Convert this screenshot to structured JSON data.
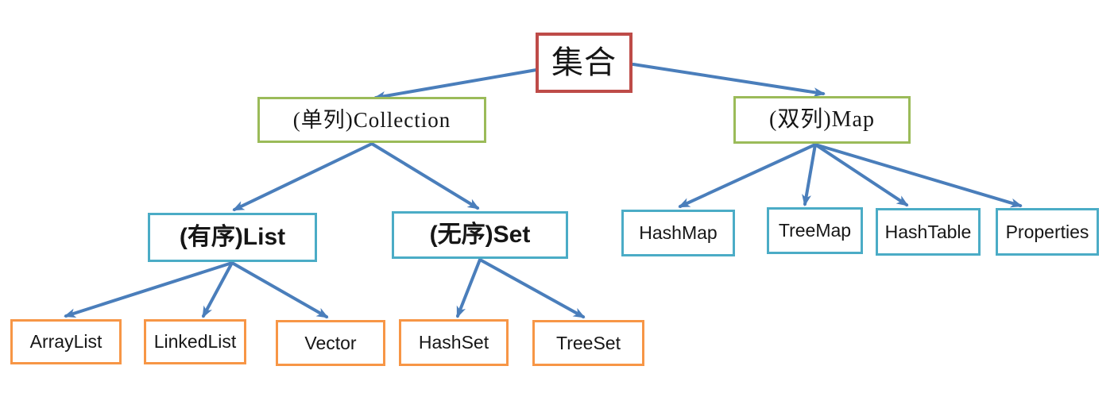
{
  "colors": {
    "red": "#BE4B48",
    "green": "#9BBB59",
    "cyan": "#4BACC6",
    "orange": "#F79646",
    "arrow": "#4A7EBB"
  },
  "nodes": [
    {
      "id": "jihe",
      "label": "集合",
      "color": "red",
      "level": "root"
    },
    {
      "id": "collection",
      "label": "(单列)Collection",
      "color": "green",
      "level": "branch"
    },
    {
      "id": "map",
      "label": "(双列)Map",
      "color": "green",
      "level": "branch"
    },
    {
      "id": "list",
      "label": "(有序)List",
      "color": "cyan",
      "level": "mid"
    },
    {
      "id": "set",
      "label": "(无序)Set",
      "color": "cyan",
      "level": "mid"
    },
    {
      "id": "hashmap",
      "label": "HashMap",
      "color": "cyan",
      "level": "mid"
    },
    {
      "id": "treemap",
      "label": "TreeMap",
      "color": "cyan",
      "level": "mid"
    },
    {
      "id": "hashtable",
      "label": "HashTable",
      "color": "cyan",
      "level": "mid"
    },
    {
      "id": "properties",
      "label": "Properties",
      "color": "cyan",
      "level": "mid"
    },
    {
      "id": "arraylist",
      "label": "ArrayList",
      "color": "orange",
      "level": "leaf"
    },
    {
      "id": "linkedlist",
      "label": "LinkedList",
      "color": "orange",
      "level": "leaf"
    },
    {
      "id": "vector",
      "label": "Vector",
      "color": "orange",
      "level": "leaf"
    },
    {
      "id": "hashset",
      "label": "HashSet",
      "color": "orange",
      "level": "leaf"
    },
    {
      "id": "treeset",
      "label": "TreeSet",
      "color": "orange",
      "level": "leaf"
    }
  ],
  "edges": [
    {
      "from": "jihe",
      "to": "collection"
    },
    {
      "from": "jihe",
      "to": "map"
    },
    {
      "from": "collection",
      "to": "list"
    },
    {
      "from": "collection",
      "to": "set"
    },
    {
      "from": "map",
      "to": "hashmap"
    },
    {
      "from": "map",
      "to": "treemap"
    },
    {
      "from": "map",
      "to": "hashtable"
    },
    {
      "from": "map",
      "to": "properties"
    },
    {
      "from": "list",
      "to": "arraylist"
    },
    {
      "from": "list",
      "to": "linkedlist"
    },
    {
      "from": "list",
      "to": "vector"
    },
    {
      "from": "set",
      "to": "hashset"
    },
    {
      "from": "set",
      "to": "treeset"
    }
  ]
}
